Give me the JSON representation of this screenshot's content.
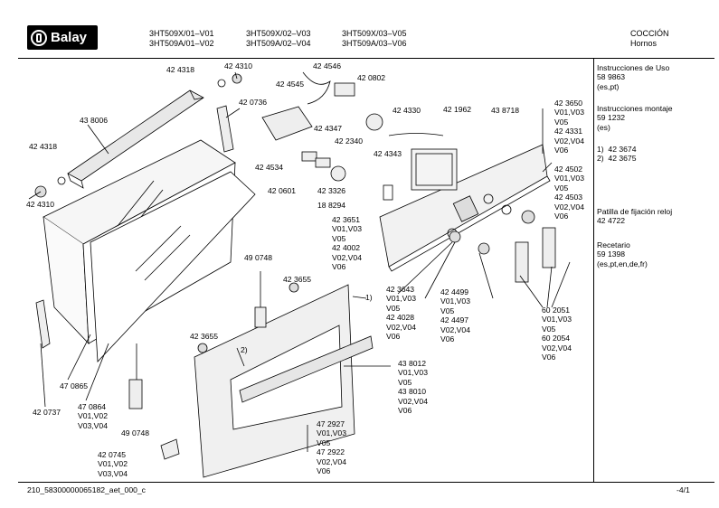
{
  "header": {
    "brand": "Balay",
    "models_col1": [
      "3HT509X/01–V01",
      "3HT509A/01–V02"
    ],
    "models_col2": [
      "3HT509X/02–V03",
      "3HT509A/02–V04"
    ],
    "models_col3": [
      "3HT509X/03–V05",
      "3HT509A/03–V06"
    ],
    "category": [
      "COCCIÓN",
      "Hornos"
    ]
  },
  "side_info": [
    "Instrucciones de Uso\n58 9863\n(es,pt)",
    "Instrucciones montaje\n59 1232\n(es)",
    "1)  42 3674\n2)  42 3675",
    "Patilla de fijación reloj\n42 4722",
    "Recetario\n59 1398\n(es,pt,en,de,fr)"
  ],
  "part_labels": [
    "42 4318",
    "42 4310",
    "42 4546",
    "42 4545",
    "42 0802",
    "42 0736",
    "43 8006",
    "42 4318",
    "42 4310",
    "42 4347",
    "42 2340",
    "42 4330",
    "42 1962",
    "43 8718",
    "42 4534",
    "42 4343",
    "42 0601",
    "42 3326",
    "18 8294",
    "42 3650\nV01,V03\nV05\n42 4331\nV02,V04\nV06",
    "42 4502\nV01,V03\nV05\n42 4503\nV02,V04\nV06",
    "42 3651\nV01,V03\nV05\n42 4002\nV02,V04\nV06",
    "49 0748",
    "42 3655",
    "1)",
    "42 3643\nV01,V03\nV05\n42 4028\nV02,V04\nV06",
    "42 4499\nV01,V03\nV05\n42 4497\nV02,V04\nV06",
    "60 2051\nV01,V03\nV05\n60 2054\nV02,V04\nV06",
    "42 3655",
    "2)",
    "43 8012\nV01,V03\nV05\n43 8010\nV02,V04\nV06",
    "47 0865",
    "42 0737",
    "47 0864\nV01,V02\nV03,V04",
    "49 0748",
    "47 2927\nV01,V03\nV05\n47 2922\nV02,V04\nV06",
    "42 0745\nV01,V02\nV03,V04"
  ],
  "footer": {
    "doc_id": "210_58300000065182_aet_000_c",
    "page": "-4/1"
  }
}
